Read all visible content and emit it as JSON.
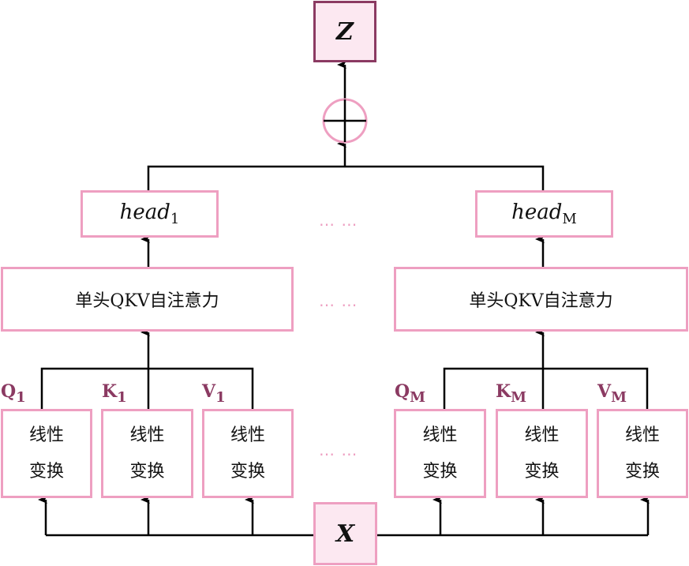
{
  "output": {
    "label": "Z"
  },
  "input": {
    "label": "X"
  },
  "sum_symbol": "⊕",
  "heads": [
    {
      "name": "head",
      "sub": "1"
    },
    {
      "name": "head",
      "sub": "M"
    }
  ],
  "attention": {
    "label": "单头QKV自注意力"
  },
  "linear": {
    "line1": "线性",
    "line2": "变换"
  },
  "qkv_labels": {
    "left": [
      {
        "letter": "Q",
        "sub": "1"
      },
      {
        "letter": "K",
        "sub": "1"
      },
      {
        "letter": "V",
        "sub": "1"
      }
    ],
    "right": [
      {
        "letter": "Q",
        "sub": "M"
      },
      {
        "letter": "K",
        "sub": "M"
      },
      {
        "letter": "V",
        "sub": "M"
      }
    ]
  },
  "ellipsis": "… …",
  "colors": {
    "box_border": "#ee9fc1",
    "io_fill": "#fce8f1",
    "output_border": "#8b3a62",
    "label_color": "#8b3a62",
    "line": "#000000"
  }
}
